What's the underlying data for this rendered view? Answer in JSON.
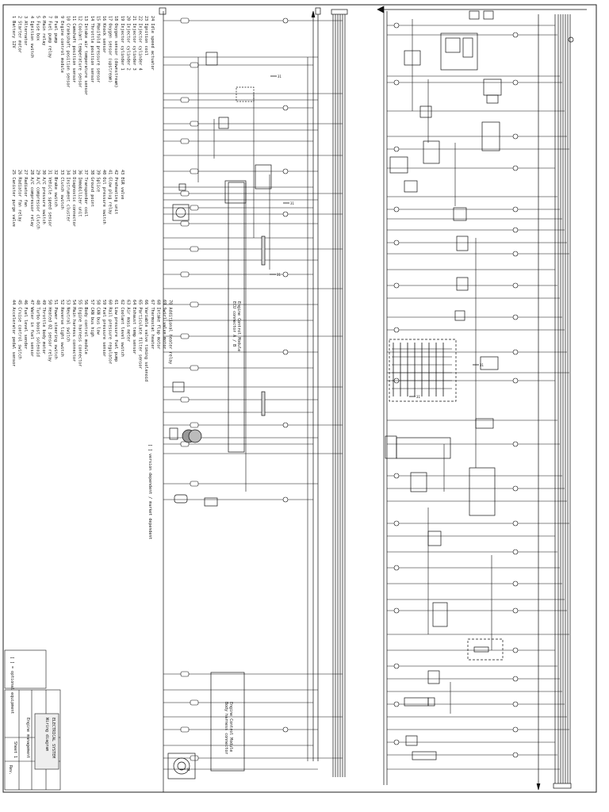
{
  "sheet": {
    "legend_heading": "[ ] = optional equipment",
    "legend_blocks": [
      {
        "id": "legend-top",
        "lines": [
          "1  Battery 12V",
          "2  Starter motor",
          "3  Alternator",
          "4  Ignition switch",
          "5  Fuse box",
          "6  Main relay",
          "7  Fuel pump relay",
          "8  Fuel pump",
          "9  Engine control module",
          "10 Crankshaft position sensor",
          "11 Camshaft position sensor",
          "12 Coolant temperature sensor",
          "13 Intake air temperature sensor",
          "14 Throttle position sensor",
          "15 Manifold pressure sensor",
          "16 Knock sensor",
          "17 Oxygen sensor (upstream)",
          "18 Oxygen sensor (downstream)",
          "19 Injector cylinder 1",
          "20 Injector cylinder 2",
          "21 Injector cylinder 3",
          "22 Injector cylinder 4",
          "23 Ignition coil",
          "24 Idle speed actuator"
        ]
      },
      {
        "id": "legend-middle",
        "lines": [
          "25 Canister purge valve",
          "26 Radiator fan relay",
          "27 Radiator fan",
          "28 A/C compressor relay",
          "29 A/C compressor clutch",
          "30 A/C pressure switch",
          "31 Vehicle speed sensor",
          "32 Brake switch",
          "33 Clutch switch",
          "34 Instrument cluster",
          "35 Diagnostic connector",
          "36 Immobilizer unit",
          "37 Transponder coil",
          "38 Ground point",
          "39 Splice",
          "40 Oil pressure switch",
          "41 Glow plug relay",
          "42 Preheating unit",
          "43 EGR valve"
        ]
      },
      {
        "id": "legend-bottom",
        "lines": [
          "44 Accelerator pedal sensor",
          "45 Cruise control switch",
          "46 Fuel level sender",
          "47 Water in fuel sensor",
          "48 Turbo boost solenoid",
          "49 Throttle body motor",
          "50 Heated O2 sensor relay",
          "51 Power steering switch",
          "52 Reverse light switch",
          "53 Neutral switch",
          "54 Main harness connector",
          "55 Engine harness connector",
          "56 Body control module",
          "57 CAN bus high",
          "58 CAN bus low",
          "59 Fuel pressure sensor",
          "60 Rail pressure regulator",
          "61 Low pressure fuel pump",
          "62 Coolant level switch",
          "63 Air mass meter",
          "64 Exhaust temp sensor",
          "65 Particulate filter sensor",
          "66 Variable valve timing solenoid",
          "67 Thermostat heater",
          "68 Intake flap motor",
          "69 Swirl valve motor",
          "70 Additional heater relay"
        ]
      }
    ],
    "legend_note": "[ ] version dependent / market dependent",
    "module_labels": {
      "ecu_upper": "Engine Control Module",
      "ecu_upper_sub": "ECU connector A / B",
      "ecu_lower": "Engine Control Module",
      "ecu_lower_sub": "Body harness connector"
    },
    "ground_labels": [
      "31",
      "31",
      "31",
      "31",
      "31",
      "31"
    ],
    "title_block": {
      "company": "ELECTRICAL SYSTEM",
      "drawing": "Wiring diagram",
      "subtitle": "Engine management",
      "sheet_no": "Sheet 1",
      "rev": "Rev."
    }
  }
}
